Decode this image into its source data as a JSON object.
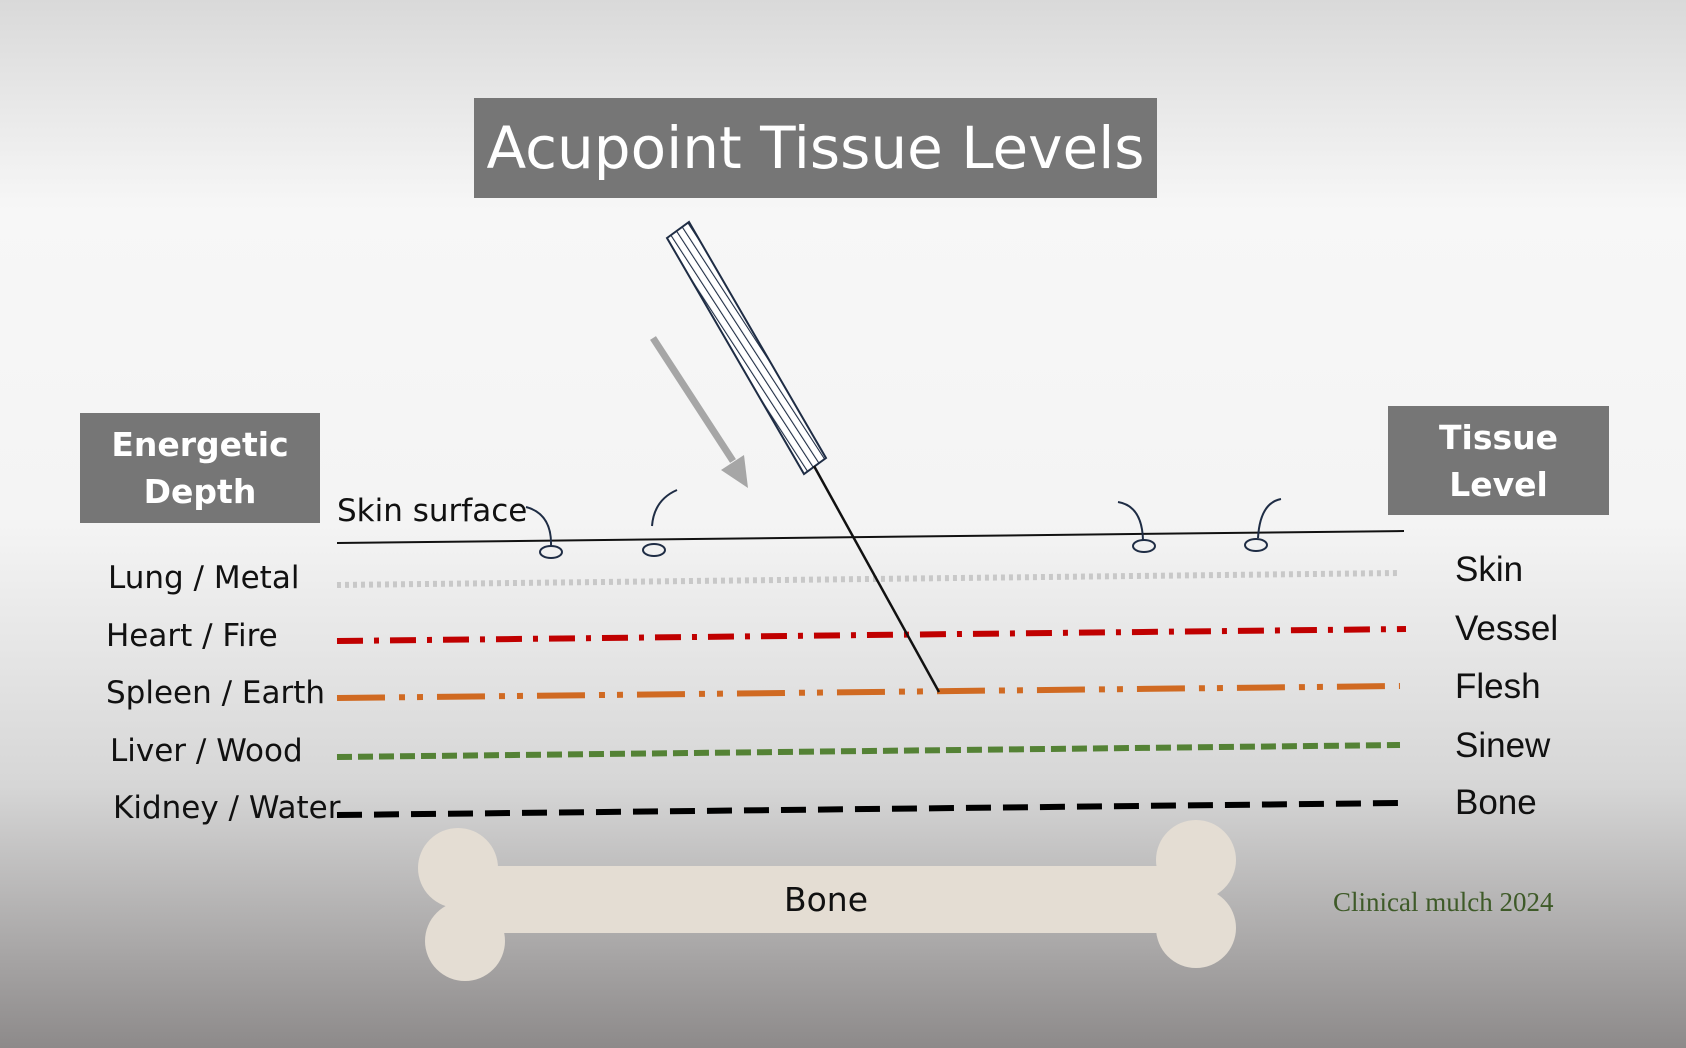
{
  "title": "Acupoint Tissue Levels",
  "left_header": {
    "line1": "Energetic",
    "line2": "Depth"
  },
  "right_header": {
    "line1": "Tissue",
    "line2": "Level"
  },
  "skin_surface_label": "Skin surface",
  "levels": [
    {
      "depth": "Lung / Metal",
      "tissue": "Skin",
      "color": "#c8c8c8",
      "line_style": "dotted"
    },
    {
      "depth": "Heart / Fire",
      "tissue": "Vessel",
      "color": "#c00000",
      "line_style": "dash-dot"
    },
    {
      "depth": "Spleen / Earth",
      "tissue": "Flesh",
      "color": "#d06a22",
      "line_style": "dash-dot-dot"
    },
    {
      "depth": "Liver / Wood",
      "tissue": "Sinew",
      "color": "#548235",
      "line_style": "dashed"
    },
    {
      "depth": "Kidney / Water",
      "tissue": "Bone",
      "color": "#000000",
      "line_style": "long-dashed"
    }
  ],
  "bone_label": "Bone",
  "credit": "Clinical mulch 2024",
  "colors": {
    "box_fill": "#767676",
    "bone_fill": "#e4ddd3",
    "arrow": "#a6a6a6",
    "needle_outline": "#1f2d45",
    "credit_text": "#3e5a28"
  }
}
